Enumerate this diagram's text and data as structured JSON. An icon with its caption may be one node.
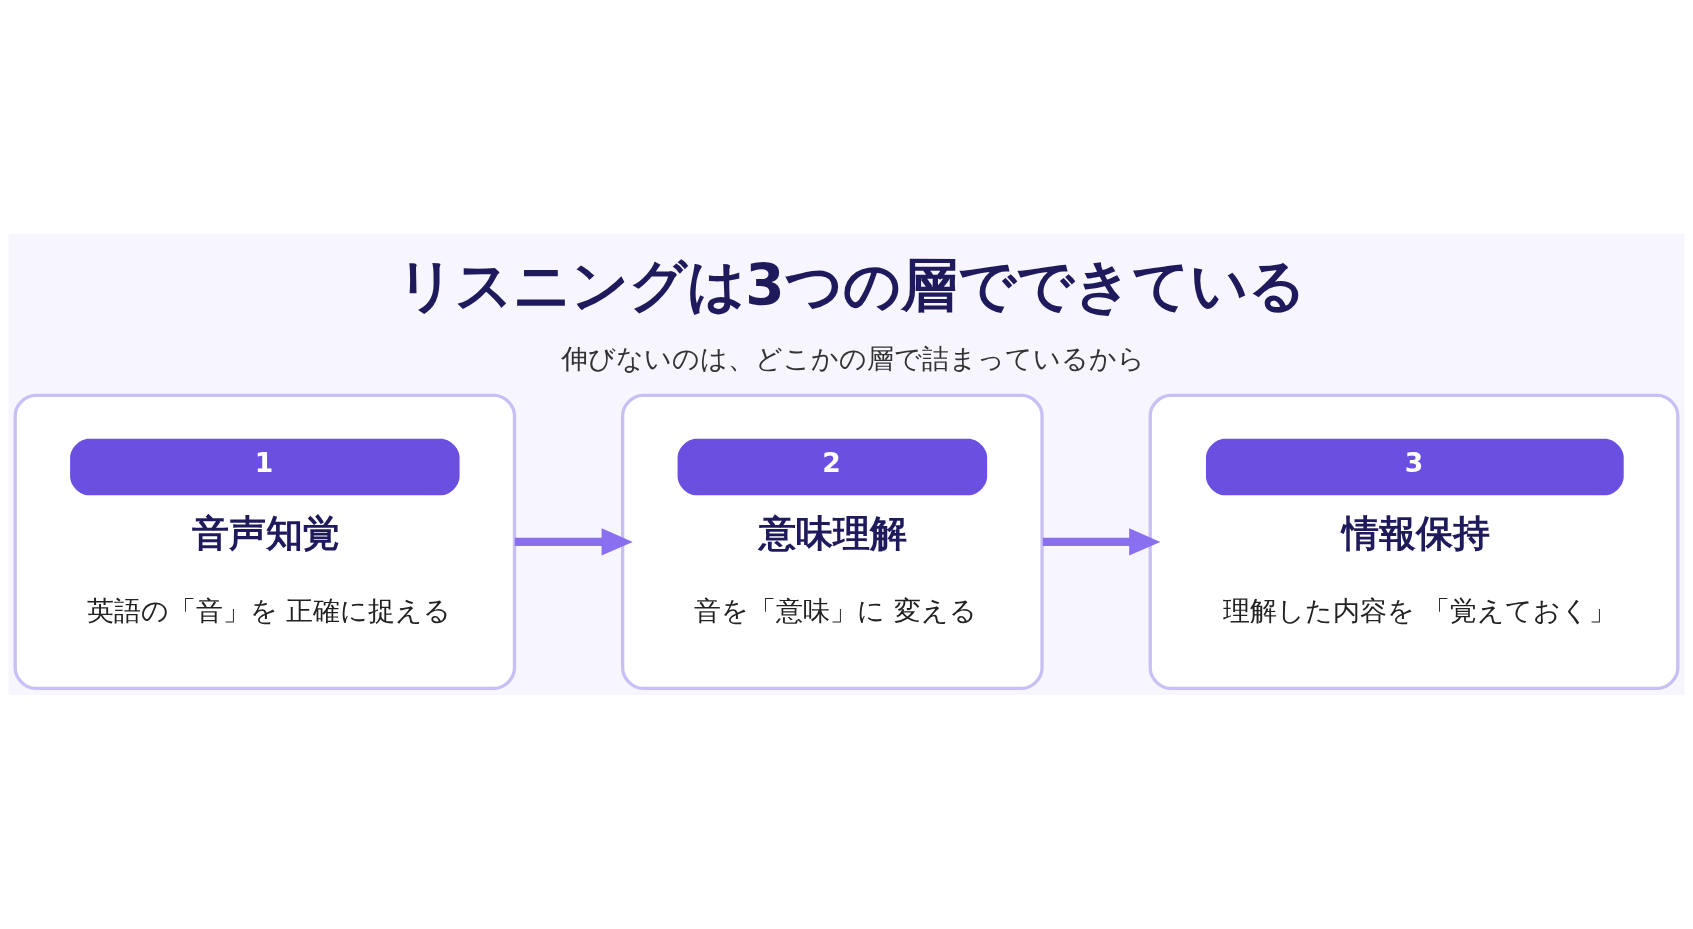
{
  "diagram": {
    "title": "リスニングは3つの層でできている",
    "nodes": [
      {
        "text": [
          "1",
          "音声知覚",
          "英語の「音」を 正確に捉える"
        ]
      },
      {
        "text": [
          "2",
          "意味理解",
          "音を「意味」に 変える"
        ]
      },
      {
        "text": [
          "3",
          "情報保持",
          "理解した内容を 「覚えておく」"
        ]
      }
    ],
    "edges": [
      {
        "from": 0,
        "to": 1,
        "arrow": "to"
      },
      {
        "from": 1,
        "to": 2,
        "arrow": "to"
      }
    ],
    "labels": [
      "伸びないのは、どこかの層で詰まっているから"
    ]
  }
}
